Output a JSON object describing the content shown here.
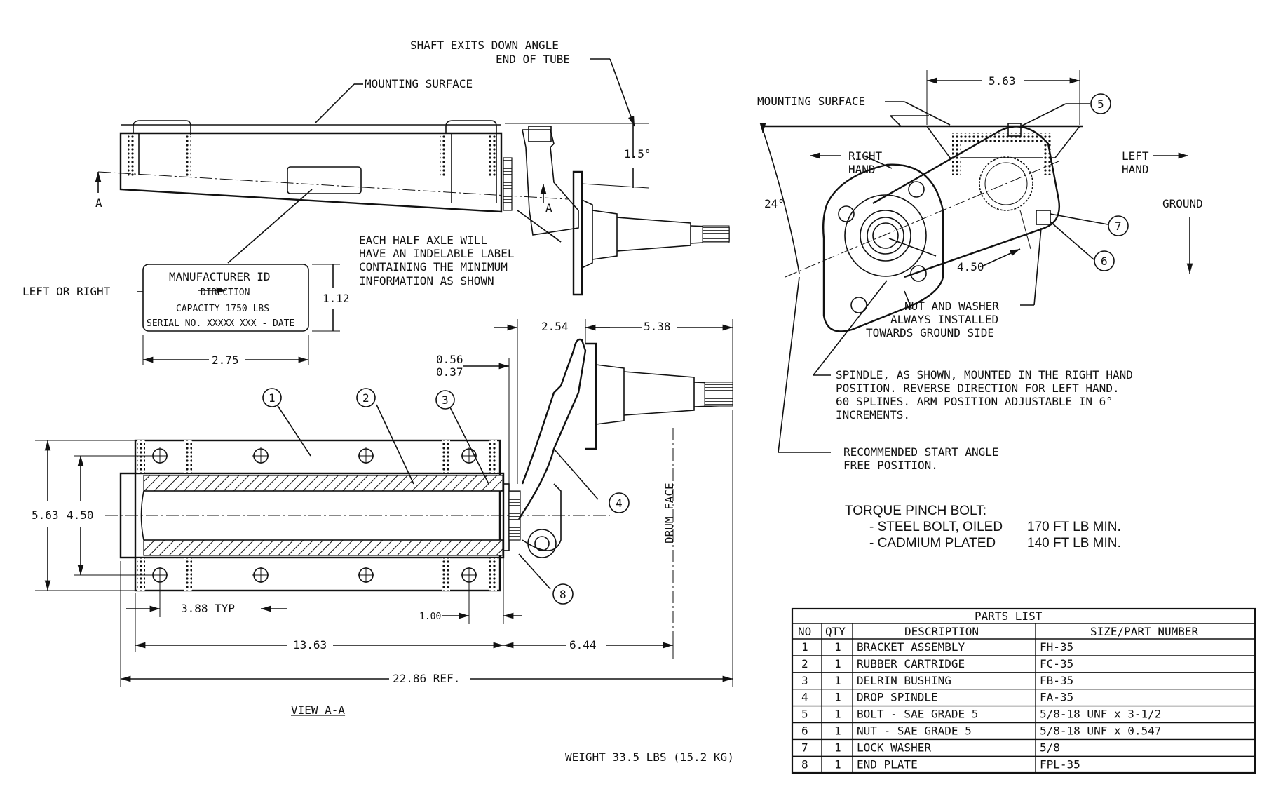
{
  "notes": {
    "shaft_exits_1": "SHAFT EXITS DOWN ANGLE",
    "shaft_exits_2": "END OF TUBE",
    "mounting_surface_left": "MOUNTING SURFACE",
    "mounting_surface_right": "MOUNTING SURFACE",
    "label_note_1": "EACH HALF AXLE WILL",
    "label_note_2": "HAVE AN INDELABLE LABEL",
    "label_note_3": "CONTAINING THE MINIMUM",
    "label_note_4": "INFORMATION AS SHOWN",
    "left_or_right": "LEFT OR RIGHT",
    "section_a": "A",
    "right_hand_1": "RIGHT",
    "right_hand_2": "HAND",
    "left_hand_1": "LEFT",
    "left_hand_2": "HAND",
    "ground": "GROUND",
    "nut_washer_1": "NUT AND WASHER",
    "nut_washer_2": "ALWAYS INSTALLED",
    "nut_washer_3": "TOWARDS GROUND SIDE",
    "spindle_1": "SPINDLE, AS SHOWN, MOUNTED IN THE RIGHT HAND",
    "spindle_2": "POSITION. REVERSE DIRECTION FOR LEFT HAND.",
    "spindle_3": "60 SPLINES. ARM POSITION ADJUSTABLE IN 6°",
    "spindle_4": "INCREMENTS.",
    "recommended_1": "RECOMMENDED START ANGLE",
    "recommended_2": "FREE POSITION.",
    "drum_face": "DRUM FACE",
    "view": "VIEW A-A",
    "weight": "WEIGHT 33.5 LBS (15.2 KG)"
  },
  "label_box": {
    "line1": "MANUFACTURER ID",
    "line2": "DIRECTION",
    "line3": "CAPACITY 1750 LBS",
    "line4": "SERIAL NO. XXXXX XXX - DATE"
  },
  "dimensions": {
    "d_1_5": "1.5°",
    "d_1_12": "1.12",
    "d_2_75": "2.75",
    "d_2_54": "2.54",
    "d_5_38": "5.38",
    "d_0_56": "0.56",
    "d_0_37": "0.37",
    "d_5_63_left": "5.63",
    "d_4_50_left": "4.50",
    "d_3_88": "3.88 TYP",
    "d_1_00": "1.00",
    "d_13_63": "13.63",
    "d_6_44": "6.44",
    "d_22_86": "22.86 REF.",
    "d_5_63_right": "5.63",
    "d_24": "24°",
    "d_4_50_right": "4.50"
  },
  "balloons": {
    "b1": "1",
    "b2": "2",
    "b3": "3",
    "b4": "4",
    "b5": "5",
    "b6": "6",
    "b7": "7",
    "b8": "8"
  },
  "torque": {
    "title": "TORQUE PINCH BOLT:",
    "r1_label": "- STEEL BOLT, OILED",
    "r1_value": "170 FT LB MIN.",
    "r2_label": "- CADMIUM PLATED",
    "r2_value": "140 FT LB MIN."
  },
  "parts_list": {
    "title": "PARTS LIST",
    "headers": [
      "NO",
      "QTY",
      "DESCRIPTION",
      "SIZE/PART NUMBER"
    ],
    "rows": [
      [
        "1",
        "1",
        "BRACKET ASSEMBLY",
        "FH-35"
      ],
      [
        "2",
        "1",
        "RUBBER CARTRIDGE",
        "FC-35"
      ],
      [
        "3",
        "1",
        "DELRIN BUSHING",
        "FB-35"
      ],
      [
        "4",
        "1",
        "DROP SPINDLE",
        "FA-35"
      ],
      [
        "5",
        "1",
        "BOLT - SAE GRADE 5",
        "5/8-18 UNF x 3-1/2"
      ],
      [
        "6",
        "1",
        "NUT - SAE GRADE 5",
        "5/8-18 UNF x 0.547"
      ],
      [
        "7",
        "1",
        "LOCK WASHER",
        "5/8"
      ],
      [
        "8",
        "1",
        "END PLATE",
        "FPL-35"
      ]
    ]
  }
}
